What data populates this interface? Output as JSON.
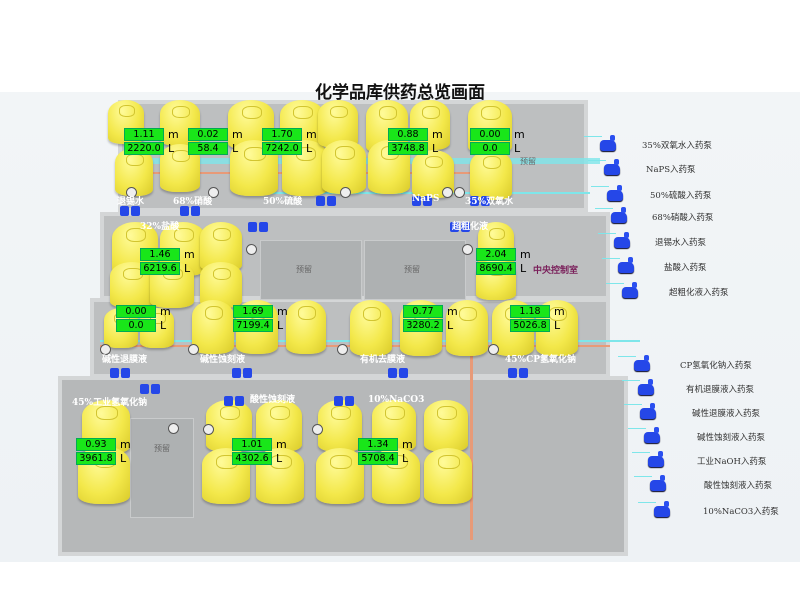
{
  "title": "化学品库供药总览画面",
  "colors": {
    "readout_bg": "#19e619",
    "tank": "#f3e84a",
    "pump": "#2547e8",
    "pipe": "#7ee6ea",
    "control_room_label": "#7a1f5a"
  },
  "units": {
    "level": "m",
    "volume": "L"
  },
  "readouts": [
    {
      "level": "1.11",
      "volume": "2220.0"
    },
    {
      "level": "0.02",
      "volume": "58.4"
    },
    {
      "level": "1.70",
      "volume": "7242.0"
    },
    {
      "level": "0.88",
      "volume": "3748.8"
    },
    {
      "level": "0.00",
      "volume": "0.0"
    },
    {
      "level": "1.46",
      "volume": "6219.6"
    },
    {
      "level": "2.04",
      "volume": "8690.4"
    },
    {
      "level": "0.00",
      "volume": "0.0"
    },
    {
      "level": "1.69",
      "volume": "7199.4"
    },
    {
      "level": "0.77",
      "volume": "3280.2"
    },
    {
      "level": "1.18",
      "volume": "5026.8"
    },
    {
      "level": "0.93",
      "volume": "3961.8"
    },
    {
      "level": "1.01",
      "volume": "4302.6"
    },
    {
      "level": "1.34",
      "volume": "5708.4"
    }
  ],
  "area_labels": [
    "退锡水",
    "68%硝酸",
    "50%硫酸",
    "NaPS",
    "35%双氧水",
    "32%盐酸",
    "超粗化液",
    "碱性退膜液",
    "碱性蚀刻液",
    "有机去膜液",
    "45%CP氢氧化钠",
    "45%工业氢氧化钠",
    "酸性蚀刻液",
    "10%NaCO3"
  ],
  "reserved_label": "预留",
  "control_room": "中央控制室",
  "pumps": [
    "35%双氧水入药泵",
    "NaPS入药泵",
    "50%硫酸入药泵",
    "68%硝酸入药泵",
    "退锡水入药泵",
    "盐酸入药泵",
    "超粗化液入药泵",
    "CP氢氧化钠入药泵",
    "有机退膜液入药泵",
    "碱性退膜液入药泵",
    "碱性蚀刻液入药泵",
    "工业NaOH入药泵",
    "酸性蚀刻液入药泵",
    "10%NaCO3入药泵"
  ]
}
